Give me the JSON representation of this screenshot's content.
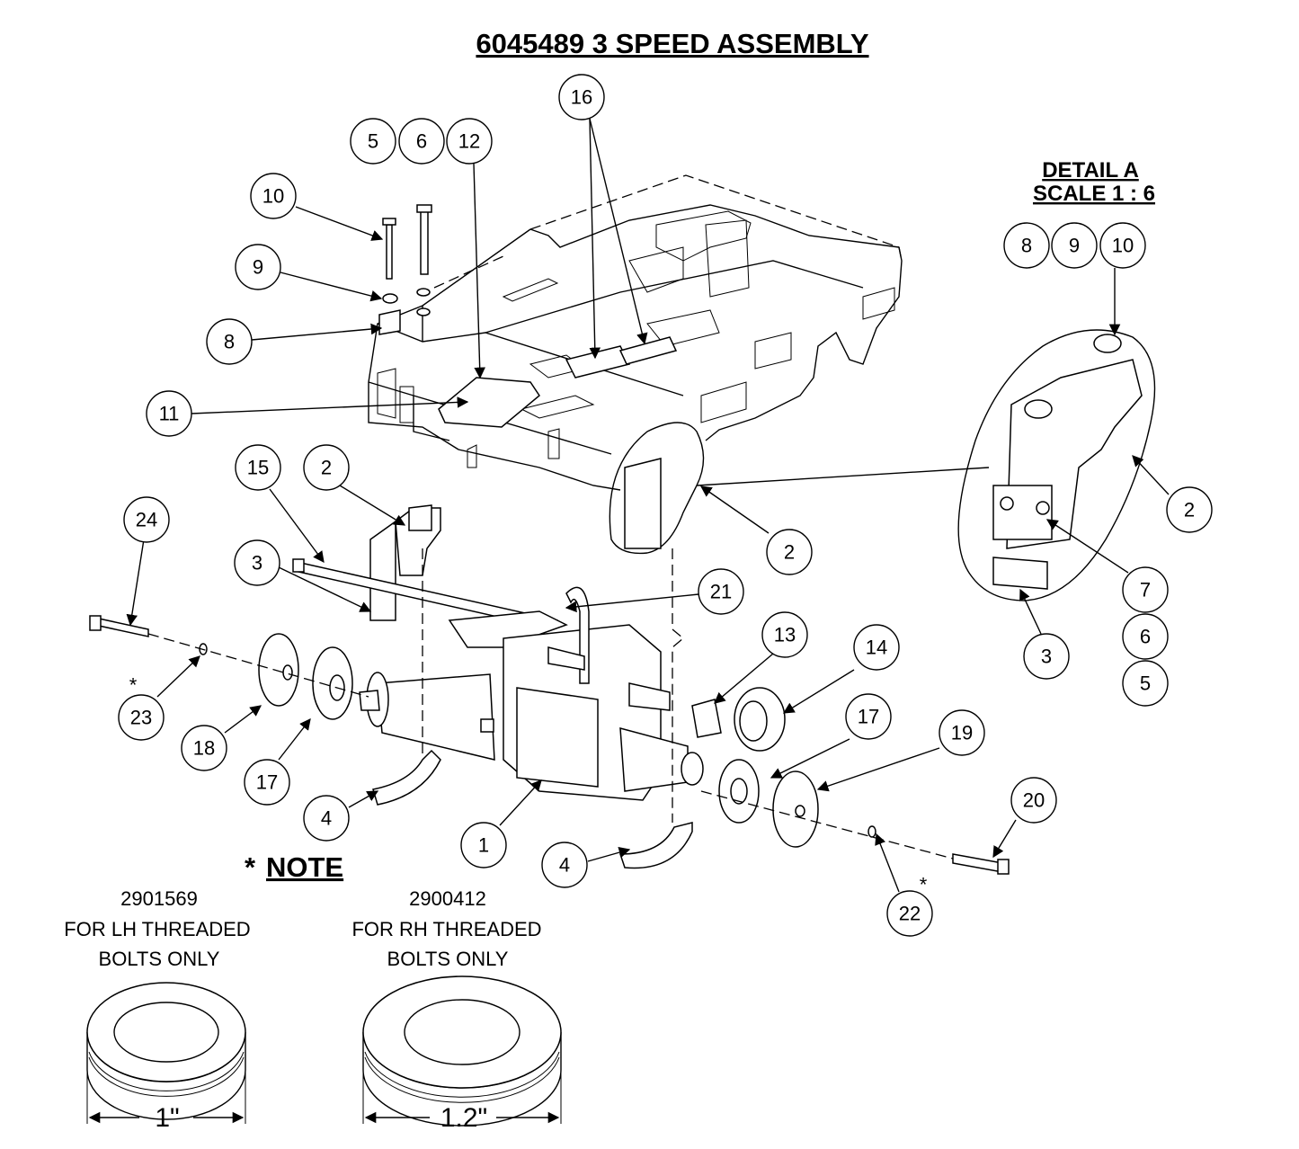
{
  "title": "6045489  3 SPEED ASSEMBLY",
  "detail": {
    "line1": "DETAIL A",
    "line2": "SCALE 1 : 6"
  },
  "note": {
    "star": "*",
    "label": "NOTE"
  },
  "washer_lh": {
    "part_number": "2901569",
    "line1": "FOR LH THREADED",
    "line2": "BOLTS ONLY",
    "dimension": "1\""
  },
  "washer_rh": {
    "part_number": "2900412",
    "line1": "FOR RH THREADED",
    "line2": "BOLTS ONLY",
    "dimension": "1.2\""
  },
  "balloons": {
    "b16": "16",
    "b5a": "5",
    "b6a": "6",
    "b12": "12",
    "b10a": "10",
    "b9a": "9",
    "b8a": "8",
    "b11": "11",
    "b15": "15",
    "b2a": "2",
    "b3a": "3",
    "b24": "24",
    "b23": "23",
    "b18": "18",
    "b17a": "17",
    "b4a": "4",
    "b1": "1",
    "b4b": "4",
    "b21": "21",
    "b13": "13",
    "b14": "14",
    "b17b": "17",
    "b19": "19",
    "b20": "20",
    "b22": "22",
    "b2b": "2",
    "b8d": "8",
    "b9d": "9",
    "b10d": "10",
    "b2d": "2",
    "b7d": "7",
    "b6d": "6",
    "b5d": "5",
    "b3d": "3"
  },
  "asterisks": {
    "a23": "*",
    "a22": "*"
  }
}
